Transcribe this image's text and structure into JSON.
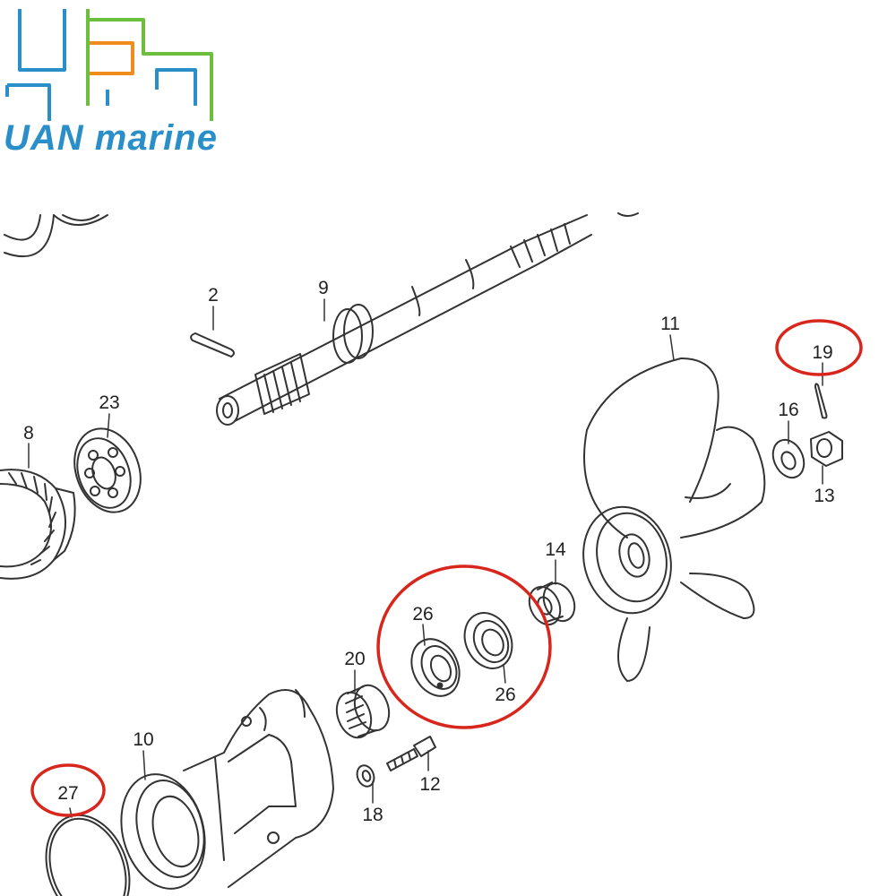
{
  "brand": {
    "name_part1": "UAN",
    "name_part2": " marine",
    "colors": {
      "blue": "#2a8fc9",
      "orange": "#f08c1e",
      "green": "#6cbf3c"
    }
  },
  "diagram": {
    "highlight_color": "#d9261c",
    "callouts": {
      "p2": "2",
      "p9": "9",
      "p11": "11",
      "p19": "19",
      "p23": "23",
      "p8": "8",
      "p16": "16",
      "p13": "13",
      "p14": "14",
      "p26a": "26",
      "p26b": "26",
      "p20": "20",
      "p10": "10",
      "p12": "12",
      "p18": "18",
      "p27": "27"
    }
  }
}
